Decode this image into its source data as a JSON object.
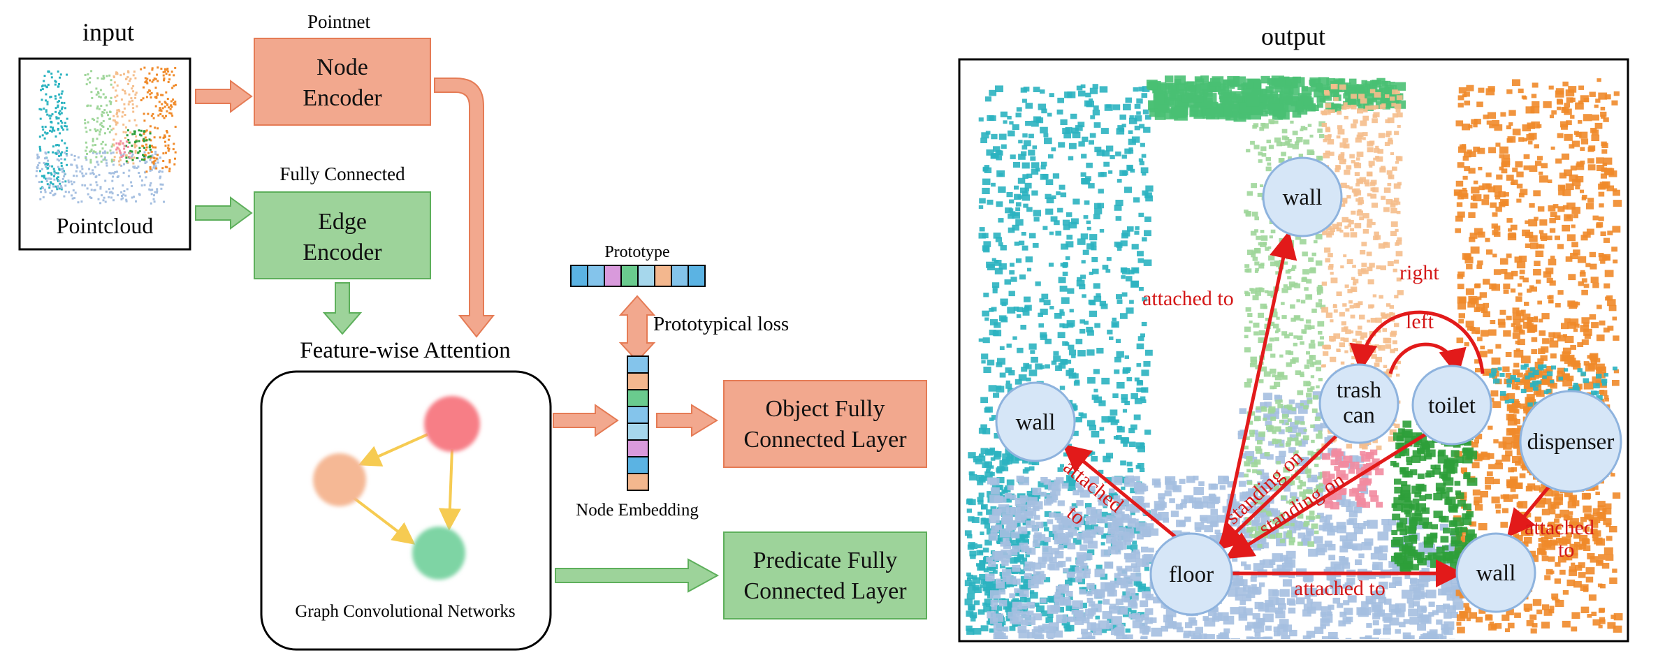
{
  "left": {
    "input_label": "input",
    "pointcloud_label": "Pointcloud",
    "pointnet_label": "Pointnet",
    "node_encoder": [
      "Node",
      "Encoder"
    ],
    "fully_connected_label": "Fully Connected",
    "edge_encoder": [
      "Edge",
      "Encoder"
    ],
    "attention_label": "Feature-wise Attention",
    "gcn_label": "Graph Convolutional Networks",
    "prototype_label": "Prototype",
    "prototypical_loss_label": "Prototypical loss",
    "node_embedding_label": "Node Embedding",
    "object_fc": [
      "Object Fully",
      "Connected Layer"
    ],
    "predicate_fc": [
      "Predicate Fully",
      "Connected Layer"
    ]
  },
  "right": {
    "output_label": "output",
    "nodes": {
      "wall_top": "wall",
      "wall_left": "wall",
      "trash_can": [
        "trash",
        "can"
      ],
      "toilet": "toilet",
      "dispenser": "dispenser",
      "floor": "floor",
      "wall_bottom_right": "wall"
    },
    "edges": {
      "floor_wall_top": "attached to",
      "floor_wall_left": [
        "attached",
        "to"
      ],
      "trash_floor": "standing on",
      "toilet_floor": "standing on",
      "floor_wall_br": "attached to",
      "dispenser_wall_br": [
        "attached",
        "to"
      ],
      "trash_toilet_right": "right",
      "toilet_trash_left": "left"
    }
  },
  "colors": {
    "orange_fill": "#F2A88E",
    "orange_stroke": "#E57B55",
    "green_fill": "#9DD39A",
    "green_stroke": "#5DAF5B",
    "relation_red": "#E21A1A",
    "node_fill": "#D6E6F7",
    "node_stroke": "#8EB3DE",
    "gcn_node_red": "#F77E86",
    "gcn_node_orange": "#F5B895",
    "gcn_node_green": "#7ED4A4",
    "gcn_edge_yellow": "#F6CB52"
  },
  "prototype_cells": [
    "#5BB3E3",
    "#84C4EB",
    "#D99ADC",
    "#6ACB8E",
    "#A6D7EC",
    "#F3B78E",
    "#84C4EB",
    "#5BB3E3"
  ],
  "embedding_cells": [
    "#84C4EB",
    "#F3B78E",
    "#6ACB8E",
    "#84C4EB",
    "#A6D7EC",
    "#D99ADC",
    "#5BB3E3",
    "#F3B78E"
  ]
}
